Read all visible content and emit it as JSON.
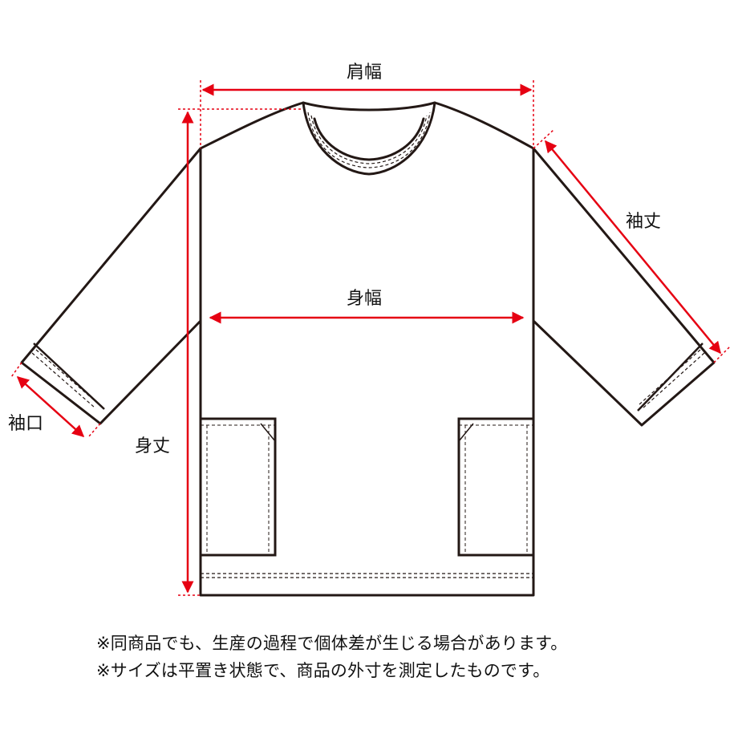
{
  "labels": {
    "shoulder_width": "肩幅",
    "sleeve_length": "袖丈",
    "body_width": "身幅",
    "cuff": "袖口",
    "body_length": "身丈"
  },
  "notes": [
    "※同商品でも、生産の過程で個体差が生じる場合があります。",
    "※サイズは平置き状態で、商品の外寸を測定したものです。"
  ],
  "colors": {
    "garment_outline": "#231815",
    "measure_arrow": "#e60012",
    "background": "#ffffff"
  }
}
